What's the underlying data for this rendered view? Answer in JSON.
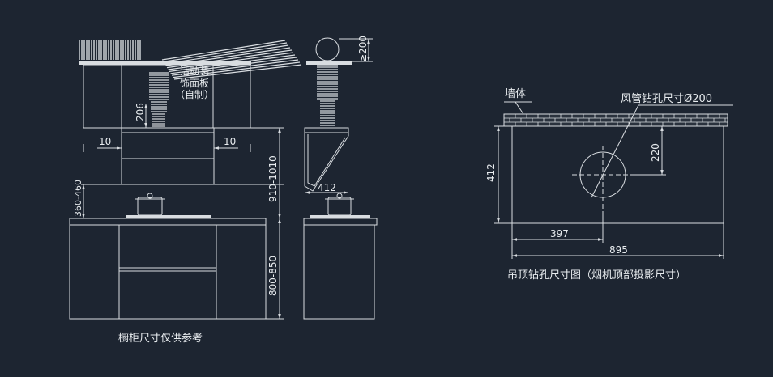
{
  "colors": {
    "background": "#1d2531",
    "line": "#d9dde1",
    "brick": "#c9cdd1"
  },
  "front_view": {
    "panel_label_line1": "活动装",
    "panel_label_line2": "饰面板",
    "panel_label_line3": "（自制）",
    "dim_206": "206",
    "dim_left_10": "10",
    "dim_right_10": "10",
    "dim_910_1010": "910-1010",
    "dim_360_460": "360-460",
    "dim_800_850": "800-850",
    "caption": "橱柜尺寸仅供参考"
  },
  "side_view": {
    "dim_200": "≥200",
    "dim_412": "412"
  },
  "ceiling_plan": {
    "wall_label": "墙体",
    "hole_label": "风管钻孔尺寸Ø200",
    "dim_220": "220",
    "dim_412": "412",
    "dim_397": "397",
    "dim_895": "895",
    "caption": "吊顶钻孔尺寸图（烟机顶部投影尺寸）"
  }
}
